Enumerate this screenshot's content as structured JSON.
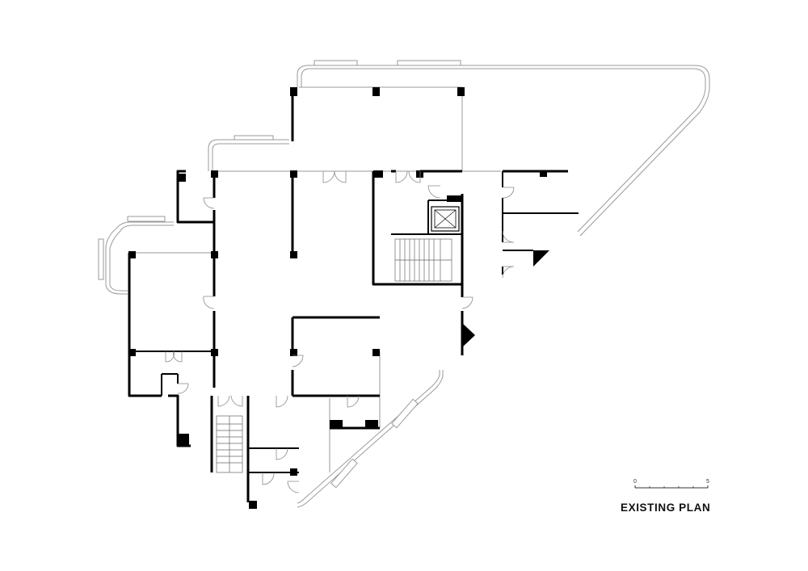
{
  "title": "EXISTING PLAN",
  "scale_bar": {
    "start_label": "0",
    "end_label": "5"
  },
  "colors": {
    "wall": "#000000",
    "thin_line": "#9a9a9a",
    "background": "#ffffff"
  }
}
